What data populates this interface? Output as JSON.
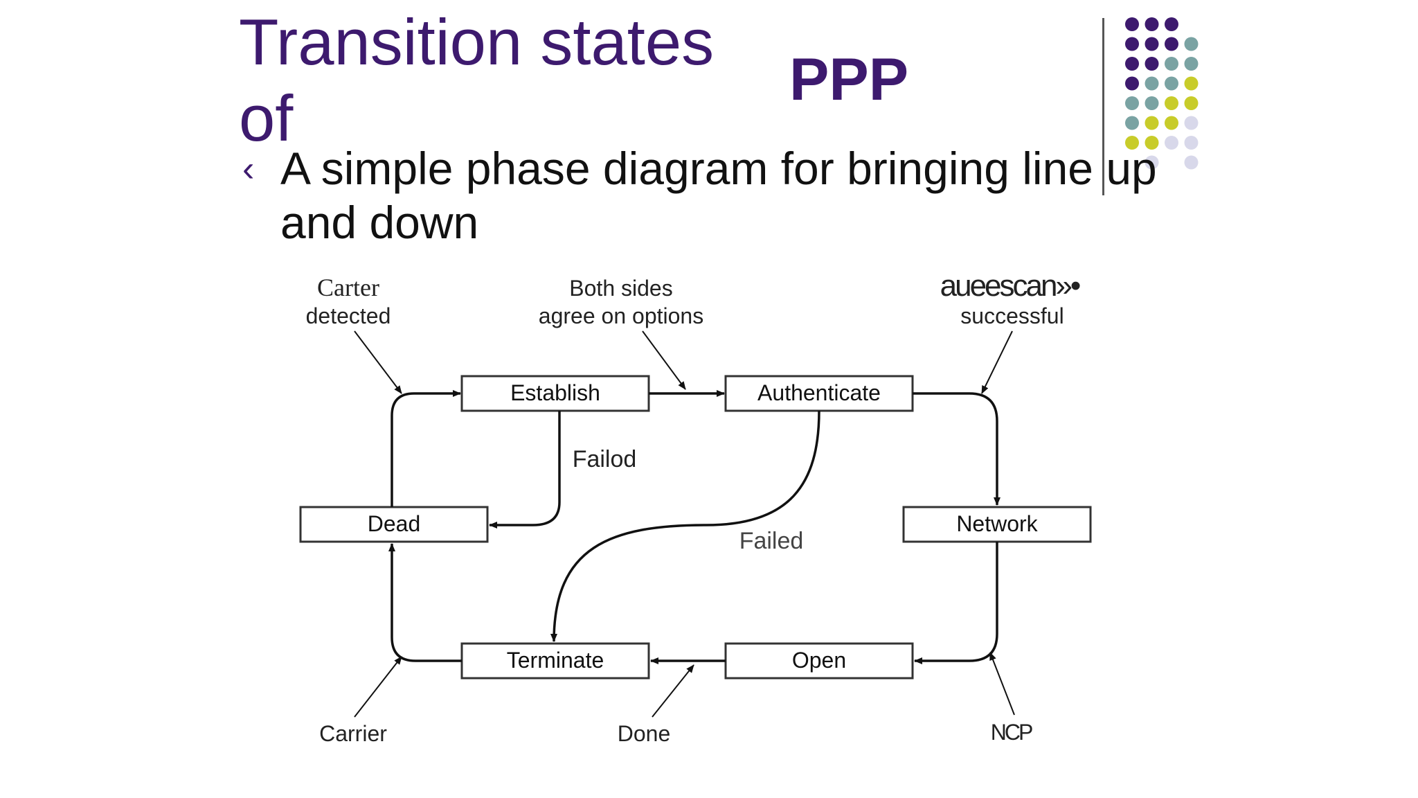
{
  "slide": {
    "title": "Transition states of",
    "title_suffix": "PPP",
    "bullet_marker": "‹",
    "bullet_text": "A simple phase diagram for bringing line  up and down"
  },
  "diagram": {
    "states": {
      "establish": "Establish",
      "authenticate": "Authenticate",
      "dead": "Dead",
      "network": "Network",
      "terminate": "Terminate",
      "open": "Open"
    },
    "annotations": {
      "carrier_detected_1": "Carter",
      "carrier_detected_2": "detected",
      "both_sides_1": "Both sides",
      "both_sides_2": "agree on options",
      "auth_success_1": "aueescan»•",
      "auth_success_2": "successful",
      "failed_establish": "Failod",
      "failed_auth": "Failed",
      "carrier": "Carrier",
      "done": "Done",
      "ncp": "NCP"
    }
  },
  "colors": {
    "title": "#3d1a6e",
    "dot_purple": "#3d1a6e",
    "dot_teal": "#7aa3a3",
    "dot_lime": "#c8cc2a",
    "dot_lavender": "#d8d8ea"
  }
}
